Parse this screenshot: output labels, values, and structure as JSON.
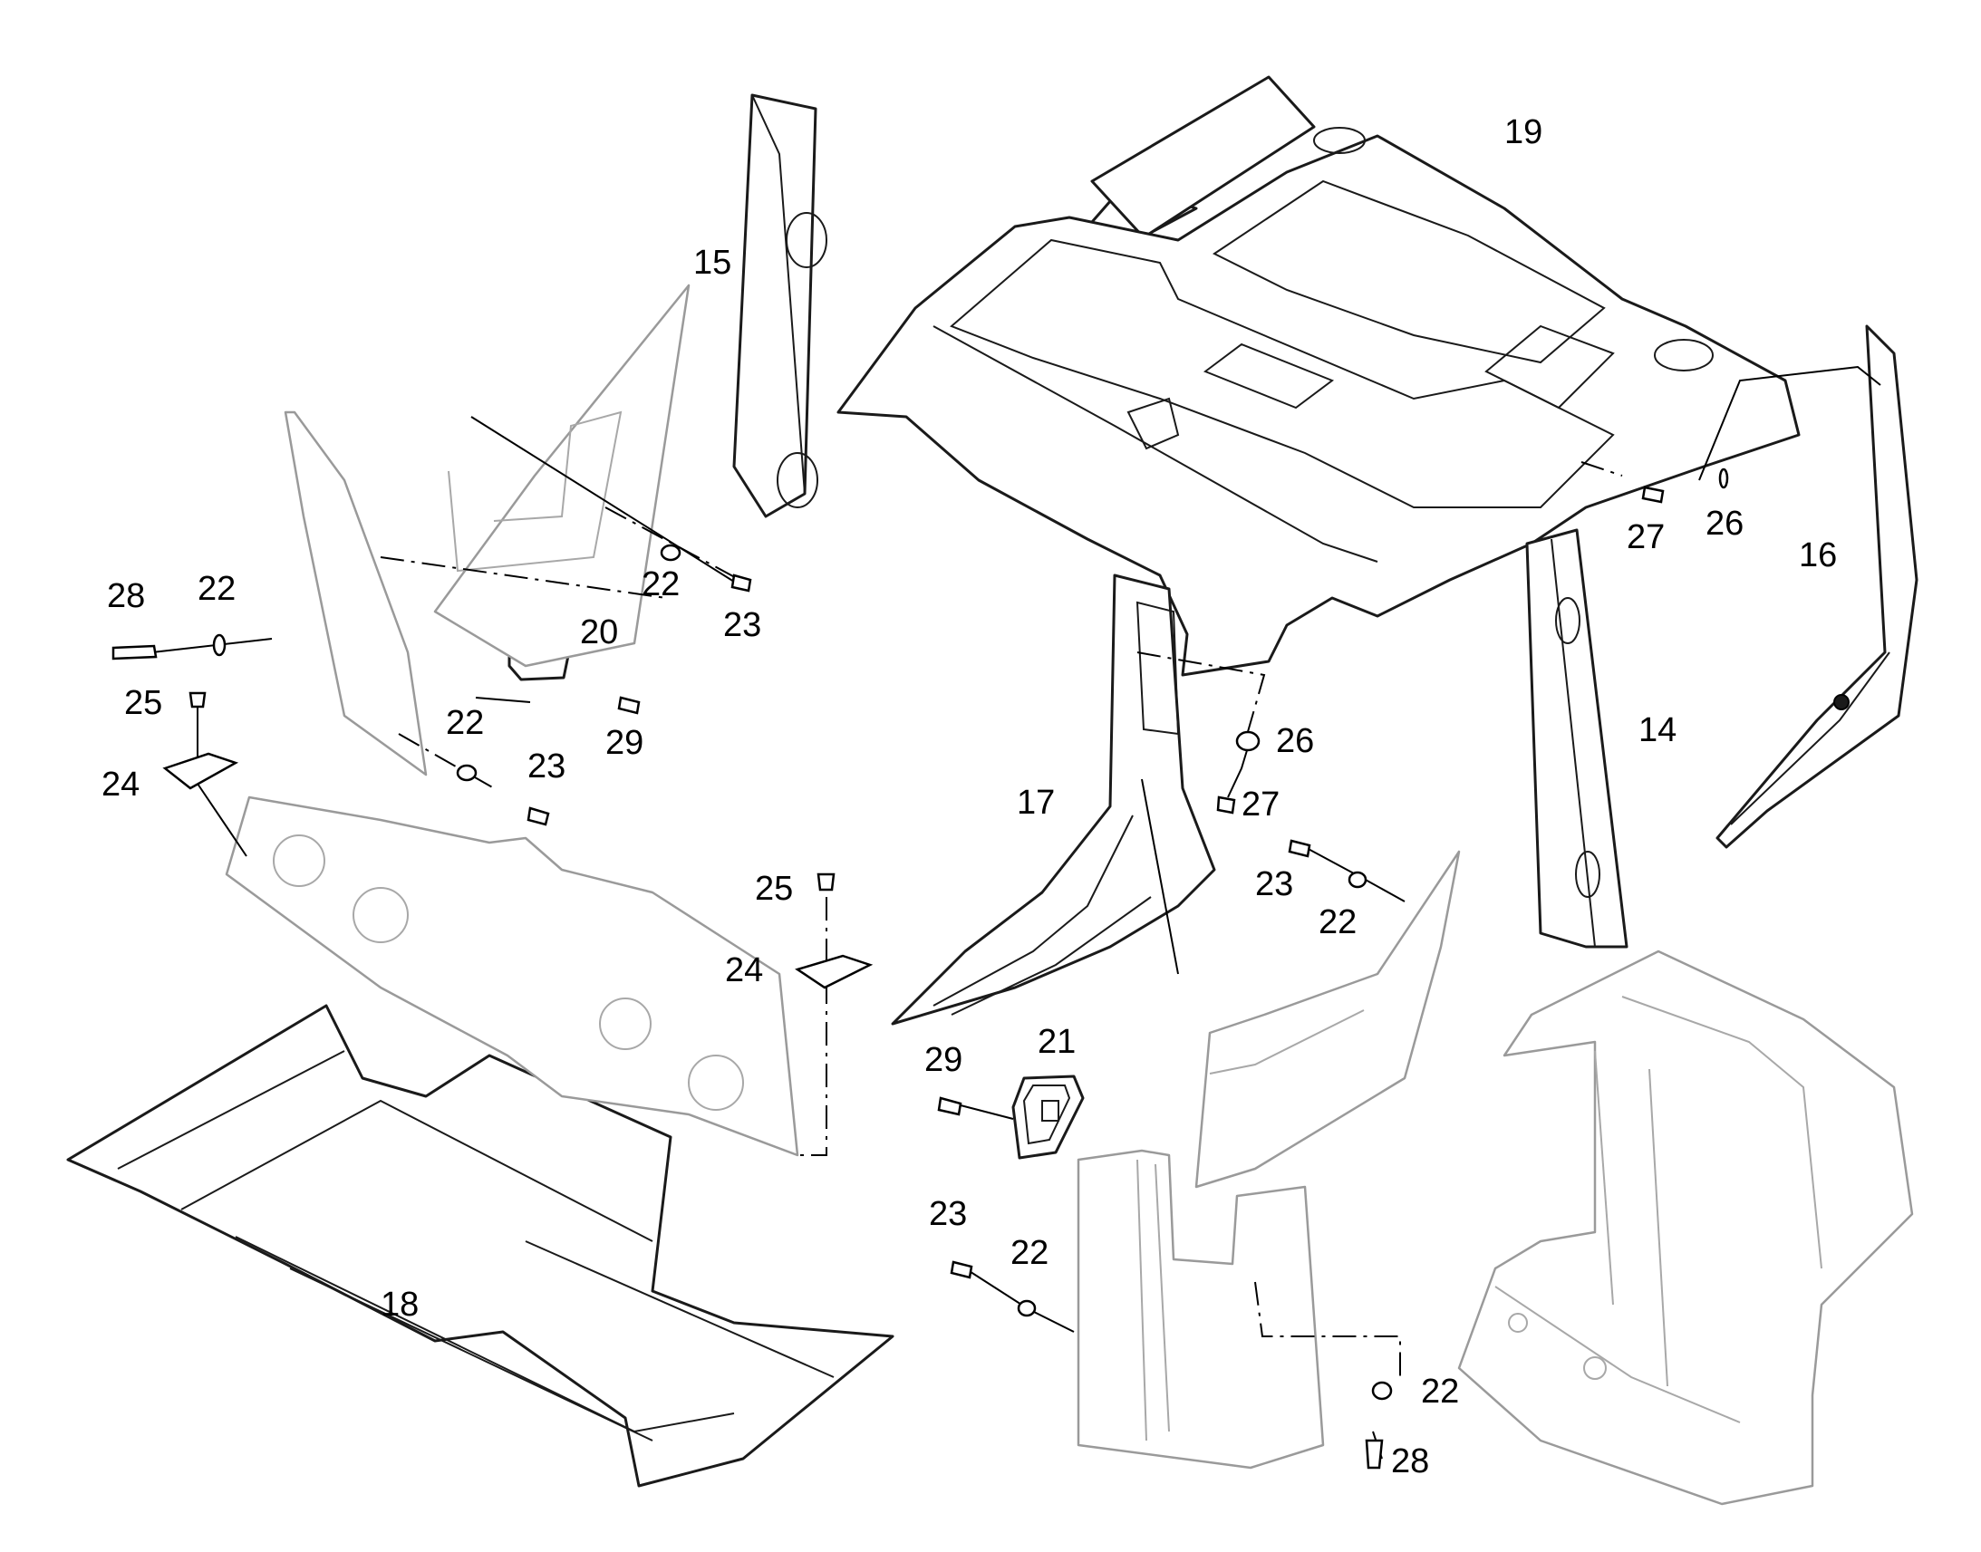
{
  "callouts": {
    "c14": "14",
    "c15": "15",
    "c16": "16",
    "c17": "17",
    "c18": "18",
    "c19": "19",
    "c20": "20",
    "c21": "21",
    "c22a": "22",
    "c22b": "22",
    "c22c": "22",
    "c22d": "22",
    "c22e": "22",
    "c22f": "22",
    "c23a": "23",
    "c23b": "23",
    "c23c": "23",
    "c23d": "23",
    "c24a": "24",
    "c24b": "24",
    "c25a": "25",
    "c25b": "25",
    "c26a": "26",
    "c26b": "26",
    "c27a": "27",
    "c27b": "27",
    "c28a": "28",
    "c28b": "28",
    "c29a": "29",
    "c29b": "29"
  },
  "colors": {
    "line": "#1a1a1a",
    "ghost_line": "#9a9a9a",
    "background": "#ffffff"
  }
}
